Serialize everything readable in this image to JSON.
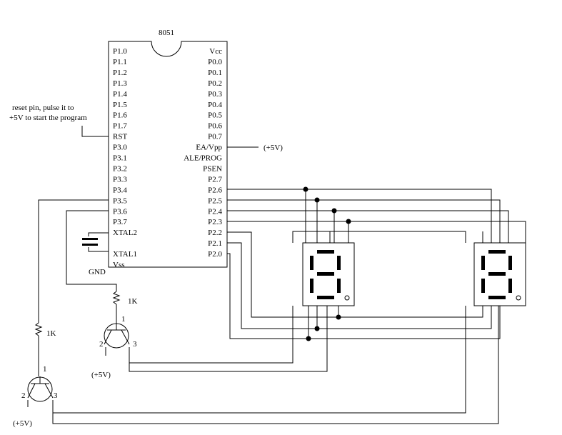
{
  "chip": {
    "name": "8051",
    "left_pins": [
      "P1.0",
      "P1.1",
      "P1.2",
      "P1.3",
      "P1.4",
      "P1.5",
      "P1.6",
      "P1.7",
      "RST",
      "P3.0",
      "P3.1",
      "P3.2",
      "P3.3",
      "P3.4",
      "P3.5",
      "P3.6",
      "P3.7",
      "XTAL2",
      "",
      "XTAL1",
      "Vss"
    ],
    "right_pins": [
      "Vcc",
      "P0.0",
      "P0.1",
      "P0.2",
      "P0.3",
      "P0.4",
      "P0.5",
      "P0.6",
      "P0.7",
      "EA/Vpp",
      "ALE/PROG",
      "PSEN",
      "P2.7",
      "P2.6",
      "P2.5",
      "P2.4",
      "P2.3",
      "P2.2",
      "P2.1",
      "P2.0"
    ]
  },
  "annotations": {
    "reset_line1": "reset pin, pulse it to",
    "reset_line2": "+5V to start the program",
    "ea_supply": "(+5V)",
    "gnd": "GND",
    "resistor_top": "1K",
    "resistor_bottom": "1K",
    "q1_base": "1",
    "q1_emitter": "2",
    "q1_collector": "3",
    "q1_supply": "(+5V)",
    "q2_base": "1",
    "q2_emitter": "2",
    "q2_collector": "3",
    "q2_supply": "(+5V)"
  }
}
